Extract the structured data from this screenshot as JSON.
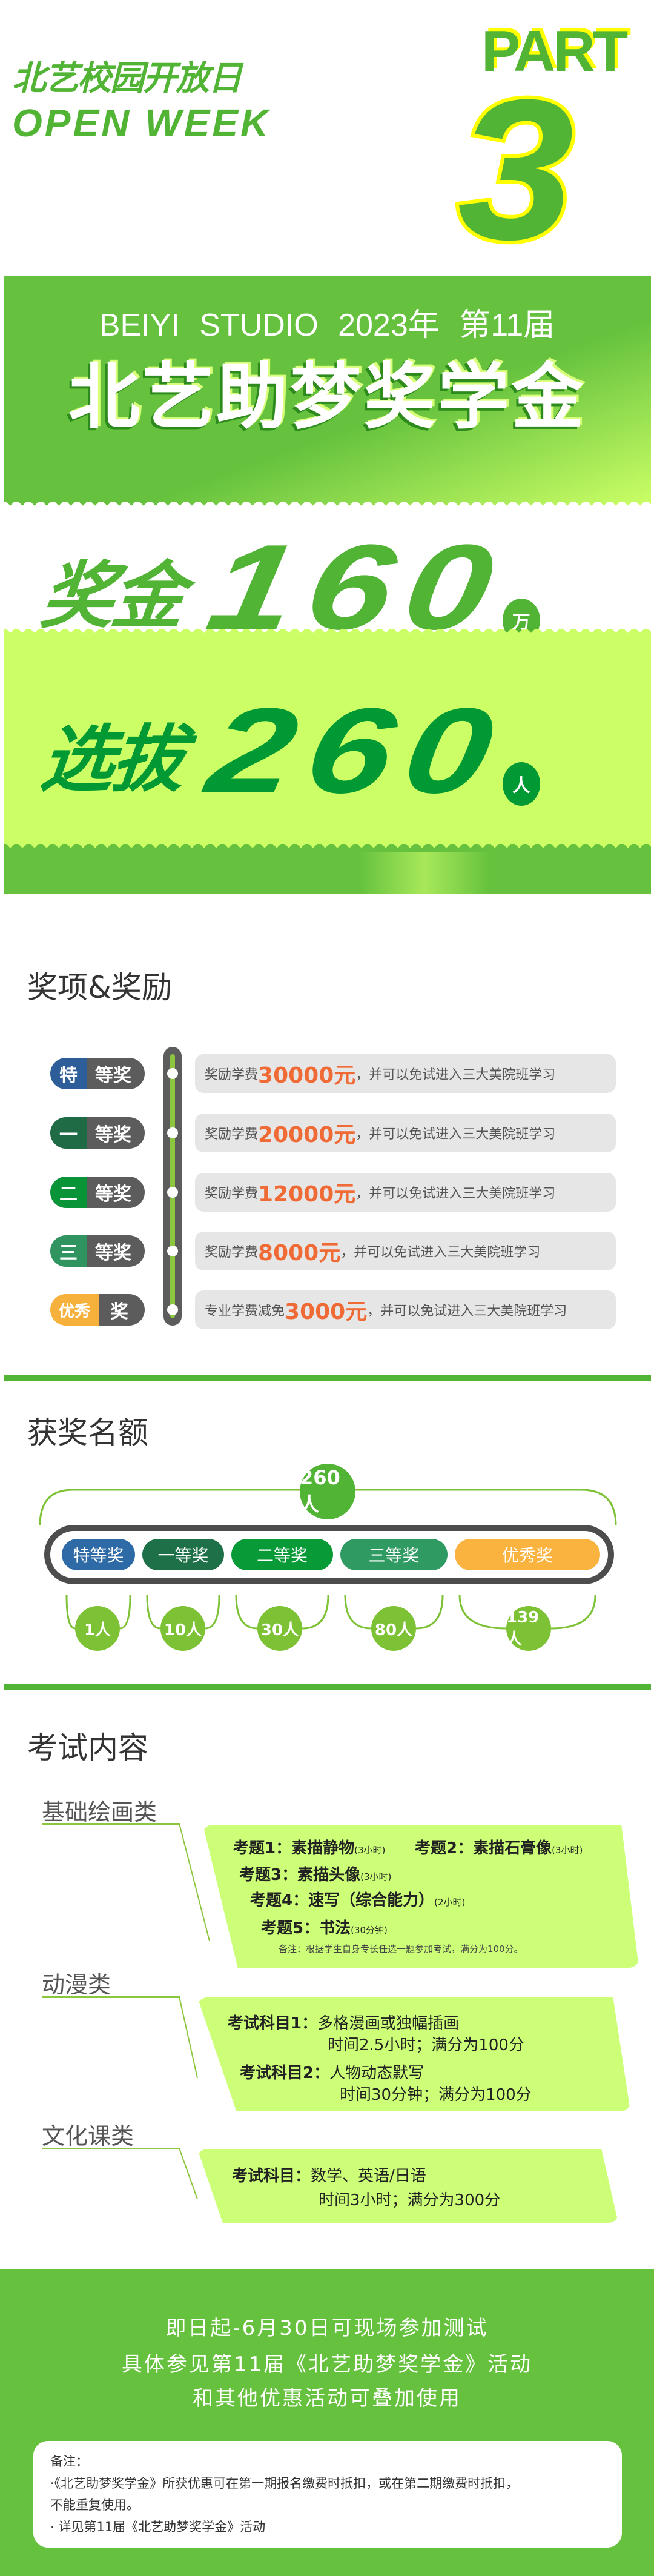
{
  "header": {
    "cn": "北艺校园开放日",
    "en": "OPEN  WEEK",
    "part": "PART",
    "part_number": "3"
  },
  "hero": {
    "studio_line": "BEIYI STUDIO  2023年  第11届",
    "title": "北艺助梦奖学金"
  },
  "highlights": {
    "money": {
      "label": "奖金",
      "number": "160",
      "unit": "万"
    },
    "selection": {
      "label": "选拔",
      "number": "260",
      "unit": "人"
    }
  },
  "awards": {
    "title": "奖项&奖励",
    "items": [
      {
        "badge": "特",
        "suffix": "等奖",
        "color": "#2e5e99",
        "prefix": "奖励学费",
        "amount": "30000元",
        "rest": "，并可以免试进入三大美院班学习"
      },
      {
        "badge": "一",
        "suffix": "等奖",
        "color": "#1e6b45",
        "prefix": "奖励学费",
        "amount": "20000元",
        "rest": "，并可以免试进入三大美院班学习"
      },
      {
        "badge": "二",
        "suffix": "等奖",
        "color": "#0a9438",
        "prefix": "奖励学费",
        "amount": "12000元",
        "rest": "，并可以免试进入三大美院班学习"
      },
      {
        "badge": "三",
        "suffix": "等奖",
        "color": "#2f9460",
        "prefix": "奖励学费",
        "amount": "8000元",
        "rest": "，并可以免试进入三大美院班学习"
      },
      {
        "badge": "优秀",
        "suffix": "奖",
        "color": "#f6b13c",
        "prefix": "专业学费减免",
        "amount": "3000元",
        "rest": "，并可以免试进入三大美院班学习"
      }
    ]
  },
  "quota": {
    "title": "获奖名额",
    "total": "260人",
    "tiers": [
      {
        "label": "特等奖",
        "count": "1人",
        "color": "#2e6aa6"
      },
      {
        "label": "一等奖",
        "count": "10人",
        "color": "#1e7048"
      },
      {
        "label": "二等奖",
        "count": "30人",
        "color": "#079a36"
      },
      {
        "label": "三等奖",
        "count": "80人",
        "color": "#2f9a62"
      },
      {
        "label": "优秀奖",
        "count": "139人",
        "color": "#fbb33f"
      }
    ]
  },
  "exam": {
    "title": "考试内容",
    "basic": {
      "category": "基础绘画类",
      "q1": {
        "label": "考题1：",
        "name": "素描静物",
        "time": "(3小时)"
      },
      "q2": {
        "label": "考题2：",
        "name": "素描石膏像",
        "time": "(3小时)"
      },
      "q3": {
        "label": "考题3：",
        "name": "素描头像",
        "time": "(3小时)"
      },
      "q4": {
        "label": "考题4：",
        "name": "速写（综合能力）",
        "time": "(2小时)"
      },
      "q5": {
        "label": "考题5：",
        "name": "书法",
        "time": "(30分钟)"
      },
      "note": "备注：根据学生自身专长任选一题参加考试，满分为100分。"
    },
    "anime": {
      "category": "动漫类",
      "s1": {
        "label": "考试科目1：",
        "name": "多格漫画或独幅插画",
        "detail": "时间2.5小时；满分为100分"
      },
      "s2": {
        "label": "考试科目2：",
        "name": "人物动态默写",
        "detail": "时间30分钟；满分为100分"
      }
    },
    "culture": {
      "category": "文化课类",
      "s1": {
        "label": "考试科目：",
        "name": "数学、英语/日语",
        "detail": "时间3小时；满分为300分"
      }
    }
  },
  "footer": {
    "lines": [
      "即日起-6月30日可现场参加测试",
      "具体参见第11届《北艺助梦奖学金》活动",
      "和其他优惠活动可叠加使用"
    ],
    "notes_title": "备注：",
    "notes": [
      "·《北艺助梦奖学金》所获优惠可在第一期报名缴费时抵扣，或在第二期缴费时抵扣，",
      "不能重复使用。",
      "· 详见第11届《北艺助梦奖学金》活动"
    ]
  },
  "colors": {
    "green": "#52b435",
    "band": "#66c23e",
    "lime": "#ccff66",
    "dark_green": "#009933",
    "yellow": "#ffff00",
    "orange": "#f06a35",
    "gray": "#5c5c5c"
  }
}
